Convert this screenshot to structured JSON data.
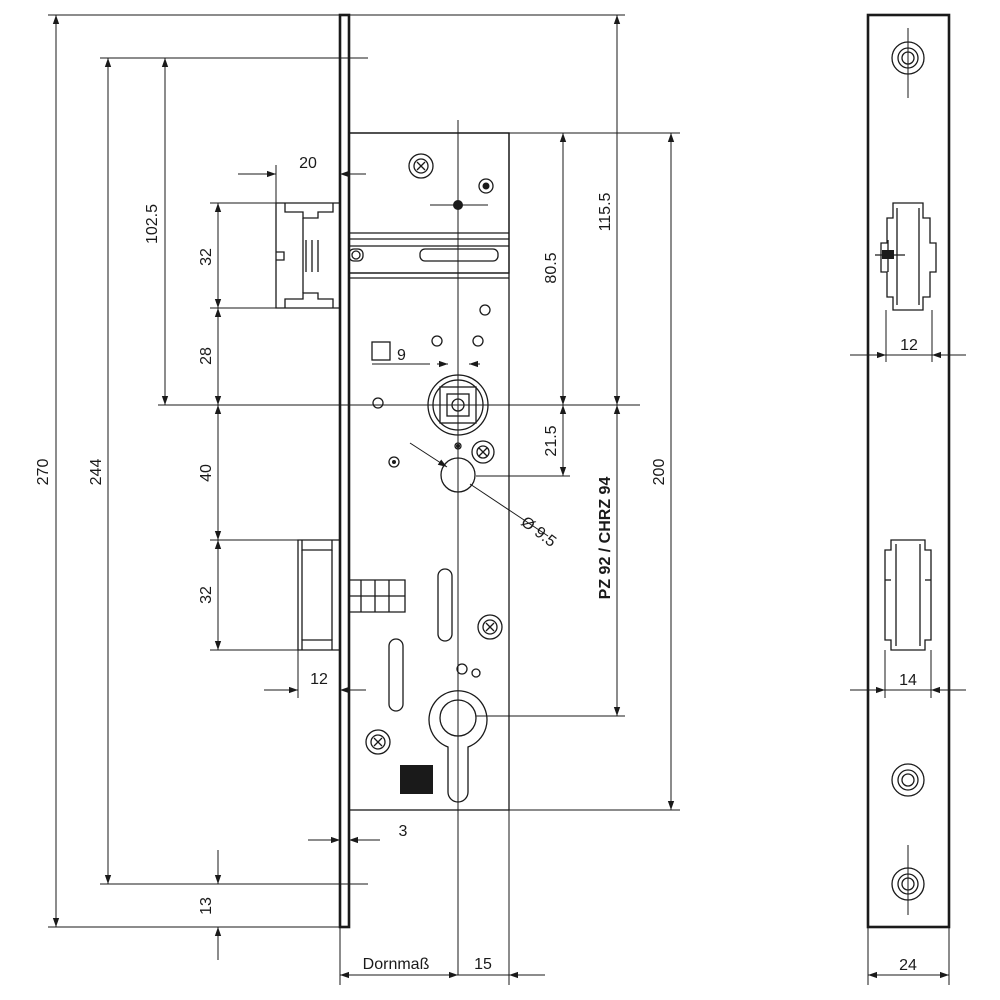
{
  "dimensions": {
    "d270": "270",
    "d244": "244",
    "d102_5": "102.5",
    "d115_5": "115.5",
    "d80_5": "80.5",
    "d21_5": "21.5",
    "d200": "200",
    "d20": "20",
    "d32_top": "32",
    "d28": "28",
    "d40": "40",
    "d32_bottom": "32",
    "d9": "9",
    "d12_left": "12",
    "d3": "3",
    "d13": "13",
    "d15": "15",
    "d_dia": "Ø 9.5",
    "d12_right": "12",
    "d14": "14",
    "d24": "24"
  },
  "labels": {
    "backset": "Dornmaß",
    "model": "PZ 92 / CHRZ 94"
  }
}
